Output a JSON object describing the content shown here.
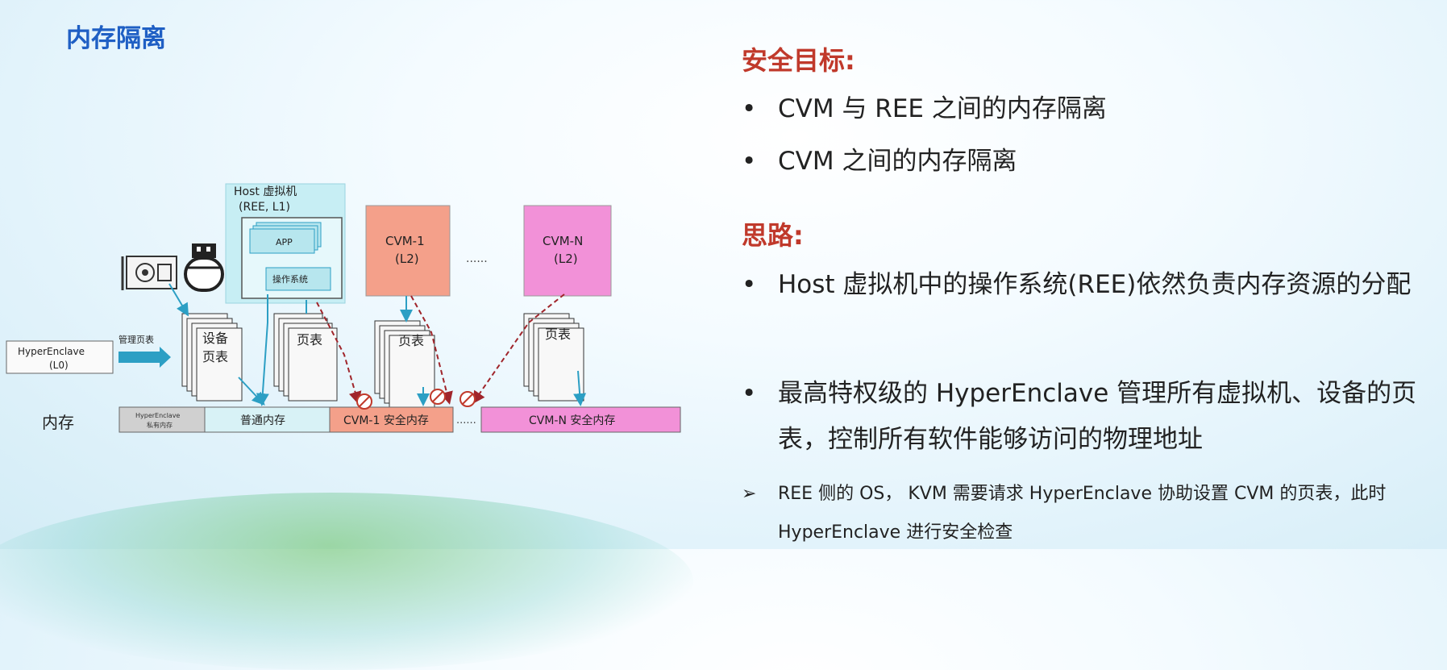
{
  "title": "内存隔离",
  "diagram": {
    "host_vm_line1": "Host 虚拟机",
    "host_vm_line2": "(REE, L1)",
    "app": "APP",
    "os": "操作系统",
    "cvm1_line1": "CVM-1",
    "cvm1_line2": "(L2)",
    "dots": "......",
    "cvmn_line1": "CVM-N",
    "cvmn_line2": "(L2)",
    "device_pt_line1": "设备",
    "device_pt_line2": "页表",
    "page_table": "页表",
    "hyperenclave_line1": "HyperEnclave",
    "hyperenclave_line2": "(L0)",
    "manage_pt": "管理页表",
    "memory_label": "内存",
    "mem_he_line1": "HyperEnclave",
    "mem_he_line2": "私有内存",
    "mem_normal": "普通内存",
    "mem_cvm1": "CVM-1 安全内存",
    "mem_dots": "......",
    "mem_cvmn": "CVM-N 安全内存",
    "colors": {
      "host_fill": "#c7eef4",
      "cvm1_fill": "#f4a08a",
      "cvmn_fill": "#f291d8",
      "mem_he_fill": "#d0d0d0",
      "mem_normal_fill": "#d8f2f6",
      "arrow_teal": "#2c9fc4",
      "arrow_red": "#a0252b"
    },
    "icons": [
      "gpu-card-icon",
      "usb-drive-icon",
      "deny-icon"
    ]
  },
  "right": {
    "goal_heading": "安全目标:",
    "goals": [
      "CVM 与 REE 之间的内存隔离",
      "CVM 之间的内存隔离"
    ],
    "idea_heading": "思路:",
    "ideas": [
      "Host 虚拟机中的操作系统(REE)依然负责内存资源的分配",
      "最高特权级的 HyperEnclave 管理所有虚拟机、设备的页表，控制所有软件能够访问的物理地址"
    ],
    "bullet_char": "•",
    "sub_arrow": "➢",
    "sub_note": "REE 侧的 OS， KVM 需要请求 HyperEnclave 协助设置 CVM 的页表，此时 HyperEnclave 进行安全检查"
  }
}
